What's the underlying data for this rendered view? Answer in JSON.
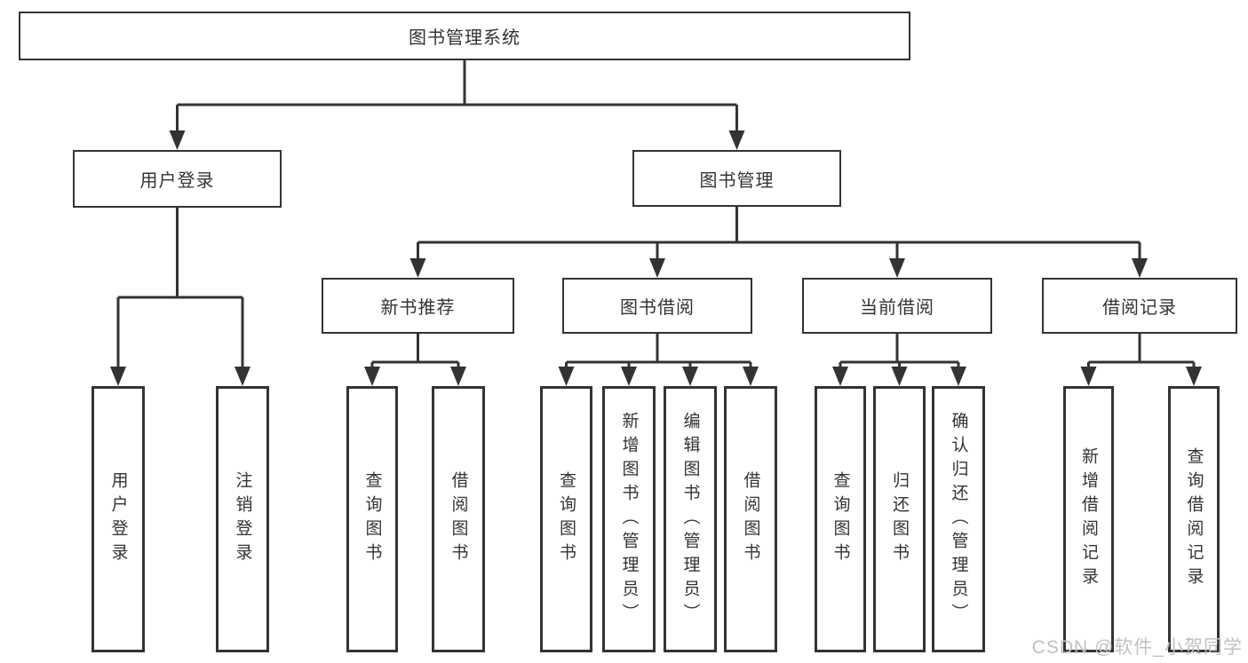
{
  "diagram": {
    "root_label": "图书管理系统",
    "branches": [
      "用户登录",
      "图书管理"
    ],
    "sections": [
      "新书推荐",
      "图书借阅",
      "当前借阅",
      "借阅记录"
    ],
    "leaves": [
      "用户登录",
      "注销登录",
      "查询图书",
      "借阅图书",
      "查询图书",
      "新增图书（管理员）",
      "编辑图书（管理员）",
      "借阅图书",
      "查询图书",
      "归还图书",
      "确认归还（管理员）",
      "新增借阅记录",
      "查询借阅记录"
    ],
    "line_color": "#333333"
  },
  "watermark": "CSDN @软件_小贺同学"
}
